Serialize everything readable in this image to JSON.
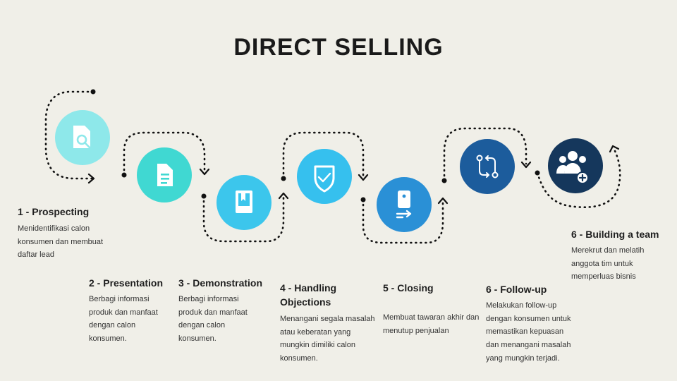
{
  "title": "DIRECT SELLING",
  "colors": {
    "background": "#f0efe8",
    "step1": "#8ee8ea",
    "step2": "#40d8d2",
    "step3": "#3cc6ec",
    "step4": "#36c0ee",
    "step5": "#2a90d6",
    "step6": "#1c5c9c",
    "step7": "#15375c"
  },
  "steps": [
    {
      "heading": "1 - Prospecting",
      "description": "Menidentifikasi calon konsumen dan membuat daftar lead",
      "icon": "search-document-icon"
    },
    {
      "heading": "2 - Presentation",
      "description": "Berbagi informasi produk dan manfaat dengan calon konsumen.",
      "icon": "document-icon"
    },
    {
      "heading": "3 - Demonstration",
      "description": "Berbagi informasi produk dan manfaat dengan calon konsumen.",
      "icon": "book-icon"
    },
    {
      "heading": "4 - Handling Objections",
      "description": "Menangani segala masalah atau keberatan yang mungkin dimiliki calon konsumen.",
      "icon": "shield-check-icon"
    },
    {
      "heading": "5 - Closing",
      "description": "Membuat tawaran akhir dan menutup penjualan",
      "icon": "transfer-icon"
    },
    {
      "heading": "6 - Follow-up",
      "description": "Melakukan follow-up dengan konsumen untuk memastikan kepuasan dan menangani masalah yang mungkin terjadi.",
      "icon": "git-compare-icon"
    },
    {
      "heading": "6 - Building a team",
      "description": "Merekrut dan melatih anggota tim untuk memperluas bisnis",
      "icon": "team-add-icon"
    }
  ]
}
